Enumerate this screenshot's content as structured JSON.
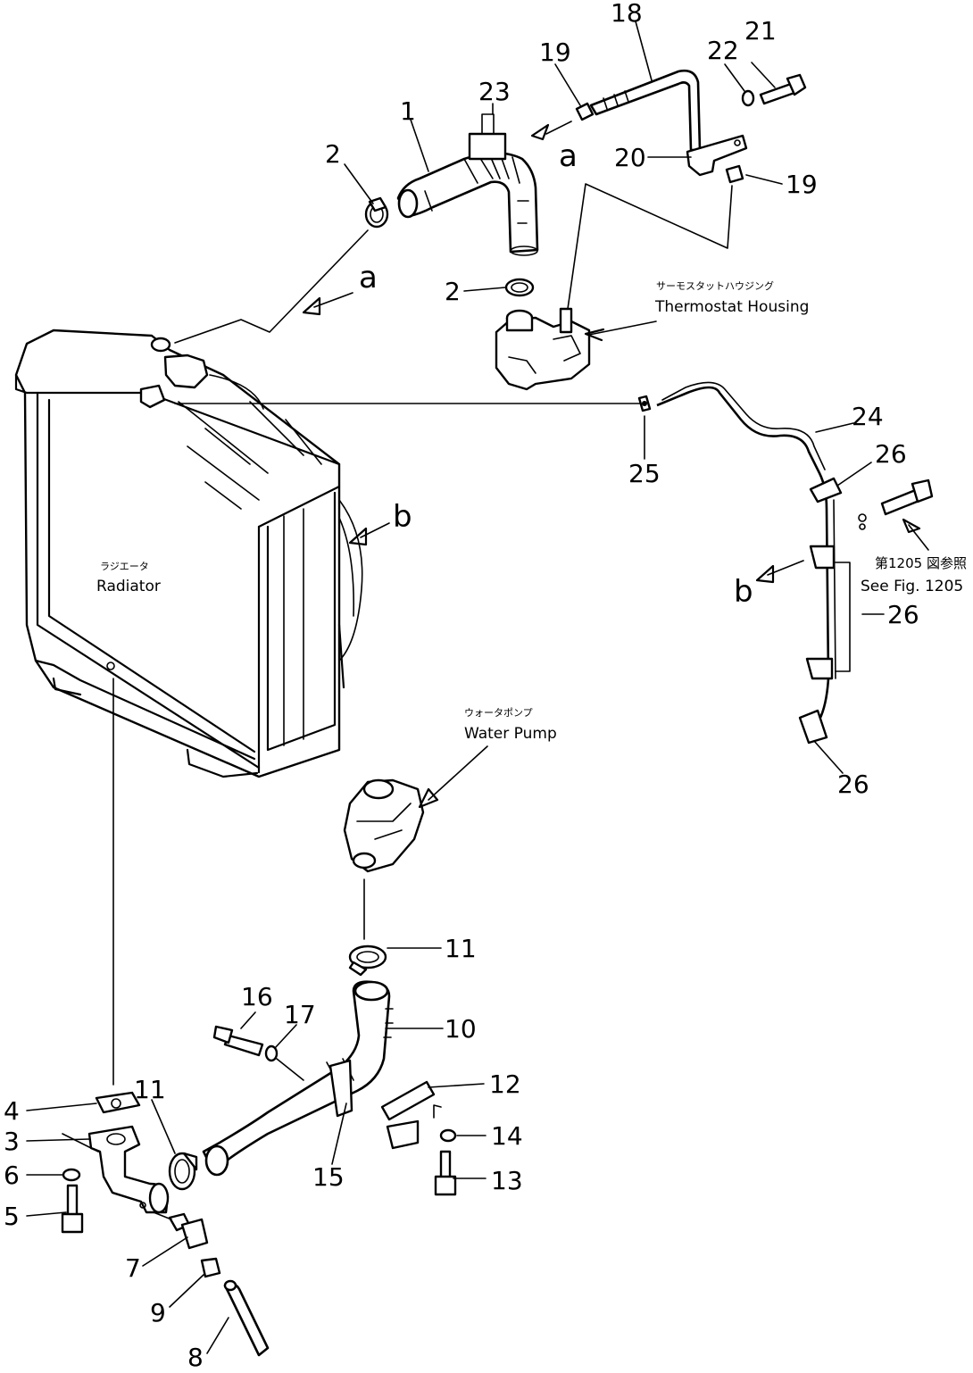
{
  "labels": {
    "radiator_jp": "ラジエータ",
    "radiator_en": "Radiator",
    "thermostat_jp": "サーモスタットハウジング",
    "thermostat_en": "Thermostat Housing",
    "waterpump_jp": "ウォータポンプ",
    "waterpump_en": "Water Pump",
    "seefig_jp": "第1205 図参照",
    "seefig_en": "See Fig. 1205",
    "view_a1": "a",
    "view_a2": "a",
    "view_b1": "b",
    "view_b2": "b"
  },
  "callouts": {
    "c1": "1",
    "c2a": "2",
    "c2b": "2",
    "c3": "3",
    "c4": "4",
    "c5": "5",
    "c6": "6",
    "c7": "7",
    "c8": "8",
    "c9": "9",
    "c10": "10",
    "c11a": "11",
    "c11b": "11",
    "c12": "12",
    "c13": "13",
    "c14": "14",
    "c15": "15",
    "c16": "16",
    "c17": "17",
    "c18": "18",
    "c19a": "19",
    "c19b": "19",
    "c20": "20",
    "c21": "21",
    "c22": "22",
    "c23": "23",
    "c24": "24",
    "c25": "25",
    "c26a": "26",
    "c26b": "26",
    "c26c": "26"
  }
}
